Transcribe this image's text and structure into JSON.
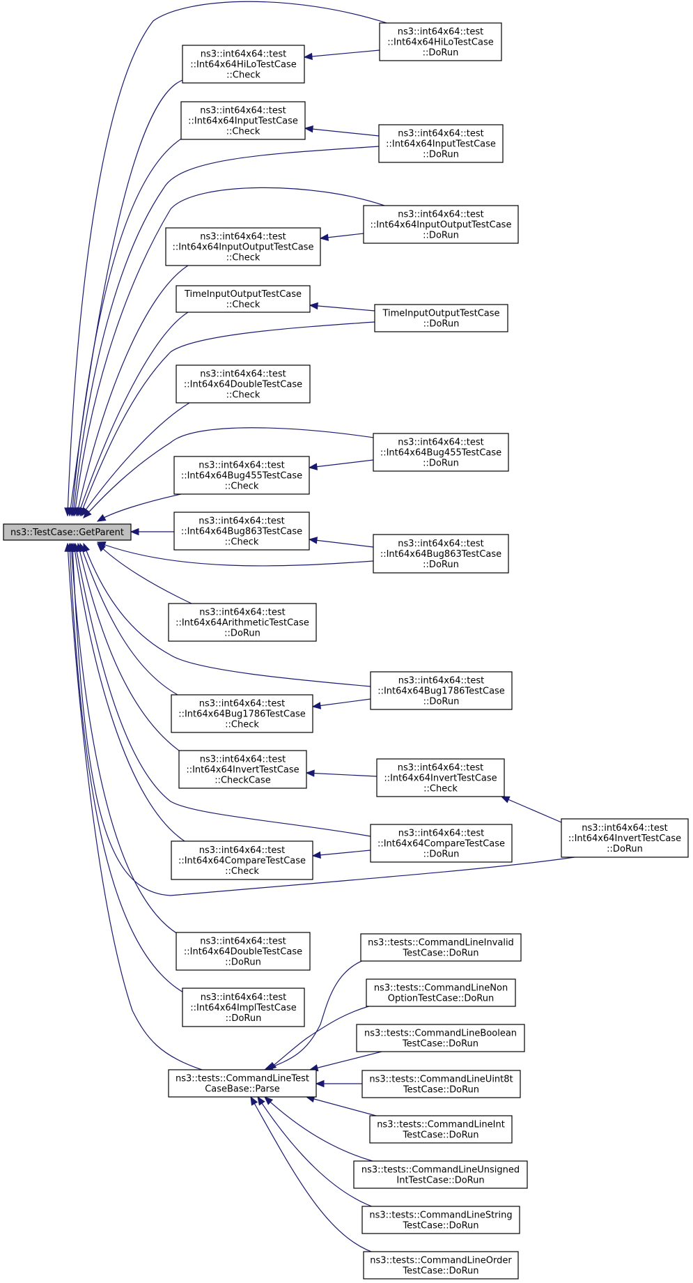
{
  "nodes": [
    {
      "id": "root",
      "lines": [
        "ns3::TestCase::GetParent"
      ]
    },
    {
      "id": "hilo_check",
      "lines": [
        "ns3::int64x64::test",
        "::Int64x64HiLoTestCase",
        "::Check"
      ]
    },
    {
      "id": "hilo_dorun",
      "lines": [
        "ns3::int64x64::test",
        "::Int64x64HiLoTestCase",
        "::DoRun"
      ]
    },
    {
      "id": "input_check",
      "lines": [
        "ns3::int64x64::test",
        "::Int64x64InputTestCase",
        "::Check"
      ]
    },
    {
      "id": "input_dorun",
      "lines": [
        "ns3::int64x64::test",
        "::Int64x64InputTestCase",
        "::DoRun"
      ]
    },
    {
      "id": "io_dorun",
      "lines": [
        "ns3::int64x64::test",
        "::Int64x64InputOutputTestCase",
        "::DoRun"
      ]
    },
    {
      "id": "io_check",
      "lines": [
        "ns3::int64x64::test",
        "::Int64x64InputOutputTestCase",
        "::Check"
      ]
    },
    {
      "id": "time_check",
      "lines": [
        "TimeInputOutputTestCase",
        "::Check"
      ]
    },
    {
      "id": "time_dorun",
      "lines": [
        "TimeInputOutputTestCase",
        "::DoRun"
      ]
    },
    {
      "id": "double_check",
      "lines": [
        "ns3::int64x64::test",
        "::Int64x64DoubleTestCase",
        "::Check"
      ]
    },
    {
      "id": "bug455_dorun",
      "lines": [
        "ns3::int64x64::test",
        "::Int64x64Bug455TestCase",
        "::DoRun"
      ]
    },
    {
      "id": "bug455_check",
      "lines": [
        "ns3::int64x64::test",
        "::Int64x64Bug455TestCase",
        "::Check"
      ]
    },
    {
      "id": "bug863_check",
      "lines": [
        "ns3::int64x64::test",
        "::Int64x64Bug863TestCase",
        "::Check"
      ]
    },
    {
      "id": "bug863_dorun",
      "lines": [
        "ns3::int64x64::test",
        "::Int64x64Bug863TestCase",
        "::DoRun"
      ]
    },
    {
      "id": "arith_dorun",
      "lines": [
        "ns3::int64x64::test",
        "::Int64x64ArithmeticTestCase",
        "::DoRun"
      ]
    },
    {
      "id": "bug1786_dorun",
      "lines": [
        "ns3::int64x64::test",
        "::Int64x64Bug1786TestCase",
        "::DoRun"
      ]
    },
    {
      "id": "bug1786_check",
      "lines": [
        "ns3::int64x64::test",
        "::Int64x64Bug1786TestCase",
        "::Check"
      ]
    },
    {
      "id": "invert_checkcase",
      "lines": [
        "ns3::int64x64::test",
        "::Int64x64InvertTestCase",
        "::CheckCase"
      ]
    },
    {
      "id": "invert_check",
      "lines": [
        "ns3::int64x64::test",
        "::Int64x64InvertTestCase",
        "::Check"
      ]
    },
    {
      "id": "invert_dorun",
      "lines": [
        "ns3::int64x64::test",
        "::Int64x64InvertTestCase",
        "::DoRun"
      ]
    },
    {
      "id": "compare_dorun",
      "lines": [
        "ns3::int64x64::test",
        "::Int64x64CompareTestCase",
        "::DoRun"
      ]
    },
    {
      "id": "compare_check",
      "lines": [
        "ns3::int64x64::test",
        "::Int64x64CompareTestCase",
        "::Check"
      ]
    },
    {
      "id": "double_dorun",
      "lines": [
        "ns3::int64x64::test",
        "::Int64x64DoubleTestCase",
        "::DoRun"
      ]
    },
    {
      "id": "impl_dorun",
      "lines": [
        "ns3::int64x64::test",
        "::Int64x64ImplTestCase",
        "::DoRun"
      ]
    },
    {
      "id": "parse",
      "lines": [
        "ns3::tests::CommandLineTest",
        "CaseBase::Parse"
      ]
    },
    {
      "id": "cl_invalid",
      "lines": [
        "ns3::tests::CommandLineInvalid",
        "TestCase::DoRun"
      ]
    },
    {
      "id": "cl_nonoption",
      "lines": [
        "ns3::tests::CommandLineNon",
        "OptionTestCase::DoRun"
      ]
    },
    {
      "id": "cl_boolean",
      "lines": [
        "ns3::tests::CommandLineBoolean",
        "TestCase::DoRun"
      ]
    },
    {
      "id": "cl_uint8t",
      "lines": [
        "ns3::tests::CommandLineUint8t",
        "TestCase::DoRun"
      ]
    },
    {
      "id": "cl_int",
      "lines": [
        "ns3::tests::CommandLineInt",
        "TestCase::DoRun"
      ]
    },
    {
      "id": "cl_unsigned",
      "lines": [
        "ns3::tests::CommandLineUnsigned",
        "IntTestCase::DoRun"
      ]
    },
    {
      "id": "cl_string",
      "lines": [
        "ns3::tests::CommandLineString",
        "TestCase::DoRun"
      ]
    },
    {
      "id": "cl_order",
      "lines": [
        "ns3::tests::CommandLineOrder",
        "TestCase::DoRun"
      ]
    }
  ],
  "edges": [
    {
      "from": "hilo_check",
      "to": "root"
    },
    {
      "from": "hilo_dorun",
      "to": "root"
    },
    {
      "from": "hilo_dorun",
      "to": "hilo_check"
    },
    {
      "from": "input_check",
      "to": "root"
    },
    {
      "from": "input_dorun",
      "to": "root"
    },
    {
      "from": "input_dorun",
      "to": "input_check"
    },
    {
      "from": "io_dorun",
      "to": "root"
    },
    {
      "from": "io_check",
      "to": "root"
    },
    {
      "from": "io_dorun",
      "to": "io_check"
    },
    {
      "from": "time_check",
      "to": "root"
    },
    {
      "from": "time_dorun",
      "to": "root"
    },
    {
      "from": "time_dorun",
      "to": "time_check"
    },
    {
      "from": "double_check",
      "to": "root"
    },
    {
      "from": "bug455_dorun",
      "to": "root"
    },
    {
      "from": "bug455_check",
      "to": "root"
    },
    {
      "from": "bug455_dorun",
      "to": "bug455_check"
    },
    {
      "from": "bug863_check",
      "to": "root"
    },
    {
      "from": "bug863_dorun",
      "to": "root"
    },
    {
      "from": "bug863_dorun",
      "to": "bug863_check"
    },
    {
      "from": "arith_dorun",
      "to": "root"
    },
    {
      "from": "bug1786_dorun",
      "to": "root"
    },
    {
      "from": "bug1786_check",
      "to": "root"
    },
    {
      "from": "bug1786_dorun",
      "to": "bug1786_check"
    },
    {
      "from": "invert_checkcase",
      "to": "root"
    },
    {
      "from": "invert_check",
      "to": "invert_checkcase"
    },
    {
      "from": "invert_dorun",
      "to": "invert_check"
    },
    {
      "from": "compare_dorun",
      "to": "root"
    },
    {
      "from": "compare_check",
      "to": "root"
    },
    {
      "from": "compare_dorun",
      "to": "compare_check"
    },
    {
      "from": "invert_dorun",
      "to": "root"
    },
    {
      "from": "double_dorun",
      "to": "root"
    },
    {
      "from": "impl_dorun",
      "to": "root"
    },
    {
      "from": "parse",
      "to": "root"
    },
    {
      "from": "cl_invalid",
      "to": "parse"
    },
    {
      "from": "cl_nonoption",
      "to": "parse"
    },
    {
      "from": "cl_boolean",
      "to": "parse"
    },
    {
      "from": "cl_uint8t",
      "to": "parse"
    },
    {
      "from": "cl_int",
      "to": "parse"
    },
    {
      "from": "cl_unsigned",
      "to": "parse"
    },
    {
      "from": "cl_string",
      "to": "parse"
    },
    {
      "from": "cl_order",
      "to": "parse"
    }
  ],
  "colors": {
    "edge": "#191970",
    "root_fill": "#bfbfbf",
    "node_fill": "#ffffff",
    "border": "#000000"
  }
}
